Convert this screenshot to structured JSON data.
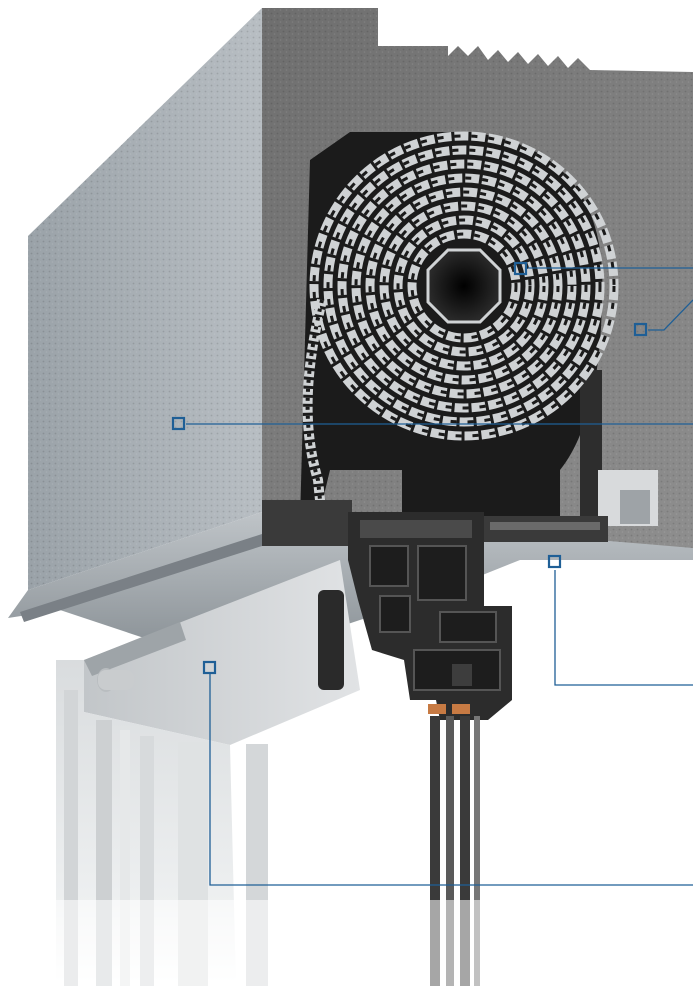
{
  "colors": {
    "background": "#ffffff",
    "callout_line": "#1f5f96",
    "marker_border": "#1f5f96",
    "foam_face": "#7c7c7c",
    "foam_side": "#a9b0b6",
    "cavity": "#1b1b1b",
    "slat": "#cfd2d4",
    "profile": "#3a3a3a",
    "window_frame": "#e3e5e6",
    "glazing_seal": "#c77a43"
  },
  "callouts": [
    {
      "id": "slat-roll",
      "icon": "square-marker-icon"
    },
    {
      "id": "insulation-block",
      "icon": "square-marker-icon"
    },
    {
      "id": "side-foam-panel",
      "icon": "square-marker-icon"
    },
    {
      "id": "bottom-plate",
      "icon": "square-marker-icon"
    },
    {
      "id": "window-frame",
      "icon": "square-marker-icon"
    }
  ]
}
